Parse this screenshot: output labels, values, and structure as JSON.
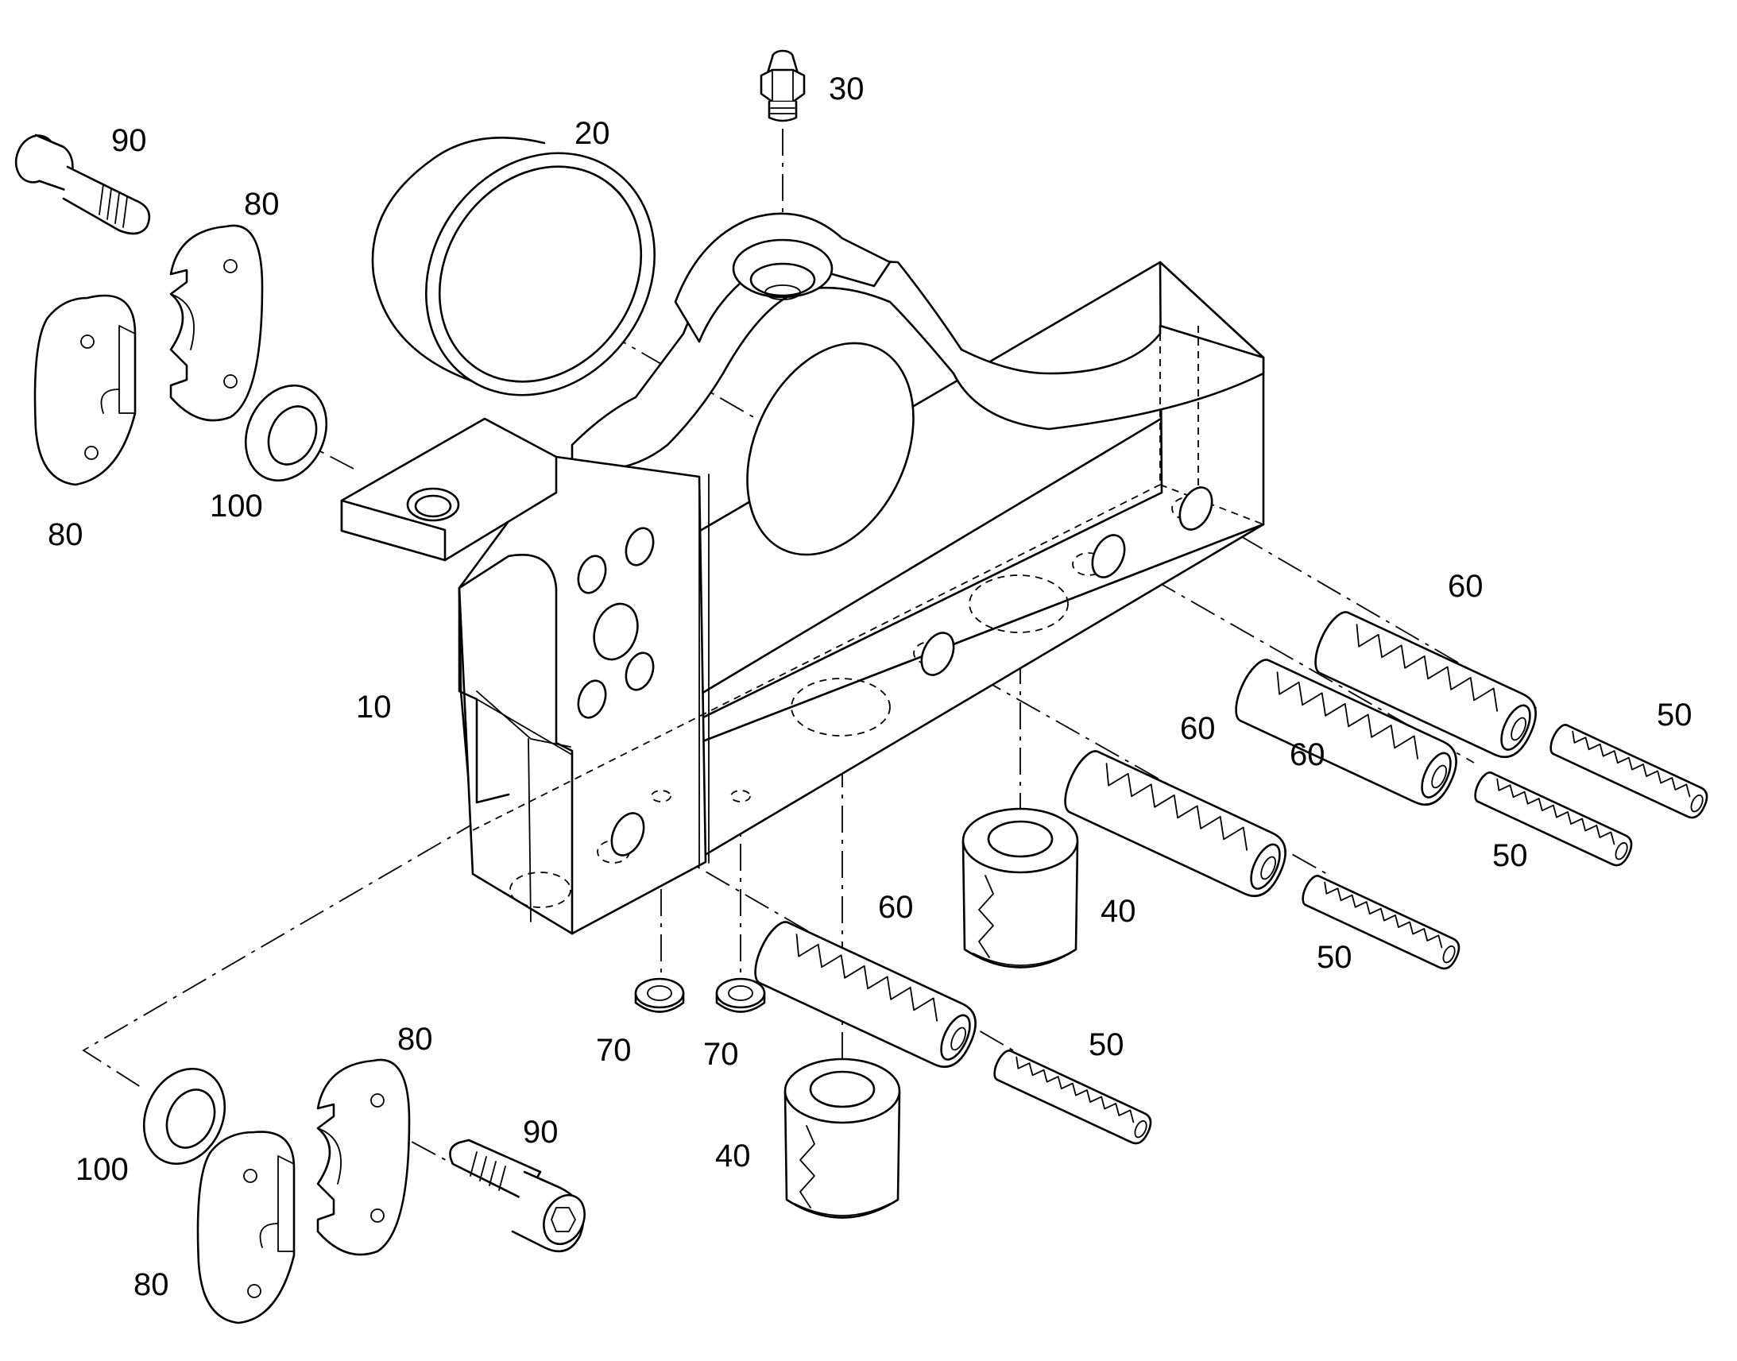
{
  "callouts": [
    {
      "id": "c-30",
      "text": "30"
    },
    {
      "id": "c-20",
      "text": "20"
    },
    {
      "id": "c-90a",
      "text": "90"
    },
    {
      "id": "c-80a",
      "text": "80"
    },
    {
      "id": "c-100a",
      "text": "100"
    },
    {
      "id": "c-80b",
      "text": "80"
    },
    {
      "id": "c-10",
      "text": "10"
    },
    {
      "id": "c-60a",
      "text": "60"
    },
    {
      "id": "c-50a",
      "text": "50"
    },
    {
      "id": "c-60b",
      "text": "60"
    },
    {
      "id": "c-60c",
      "text": "60"
    },
    {
      "id": "c-50b",
      "text": "50"
    },
    {
      "id": "c-60d",
      "text": "60"
    },
    {
      "id": "c-40a",
      "text": "40"
    },
    {
      "id": "c-50c",
      "text": "50"
    },
    {
      "id": "c-70a",
      "text": "70"
    },
    {
      "id": "c-70b",
      "text": "70"
    },
    {
      "id": "c-80c",
      "text": "80"
    },
    {
      "id": "c-50d",
      "text": "50"
    },
    {
      "id": "c-100b",
      "text": "100"
    },
    {
      "id": "c-90b",
      "text": "90"
    },
    {
      "id": "c-40b",
      "text": "40"
    },
    {
      "id": "c-80d",
      "text": "80"
    }
  ]
}
